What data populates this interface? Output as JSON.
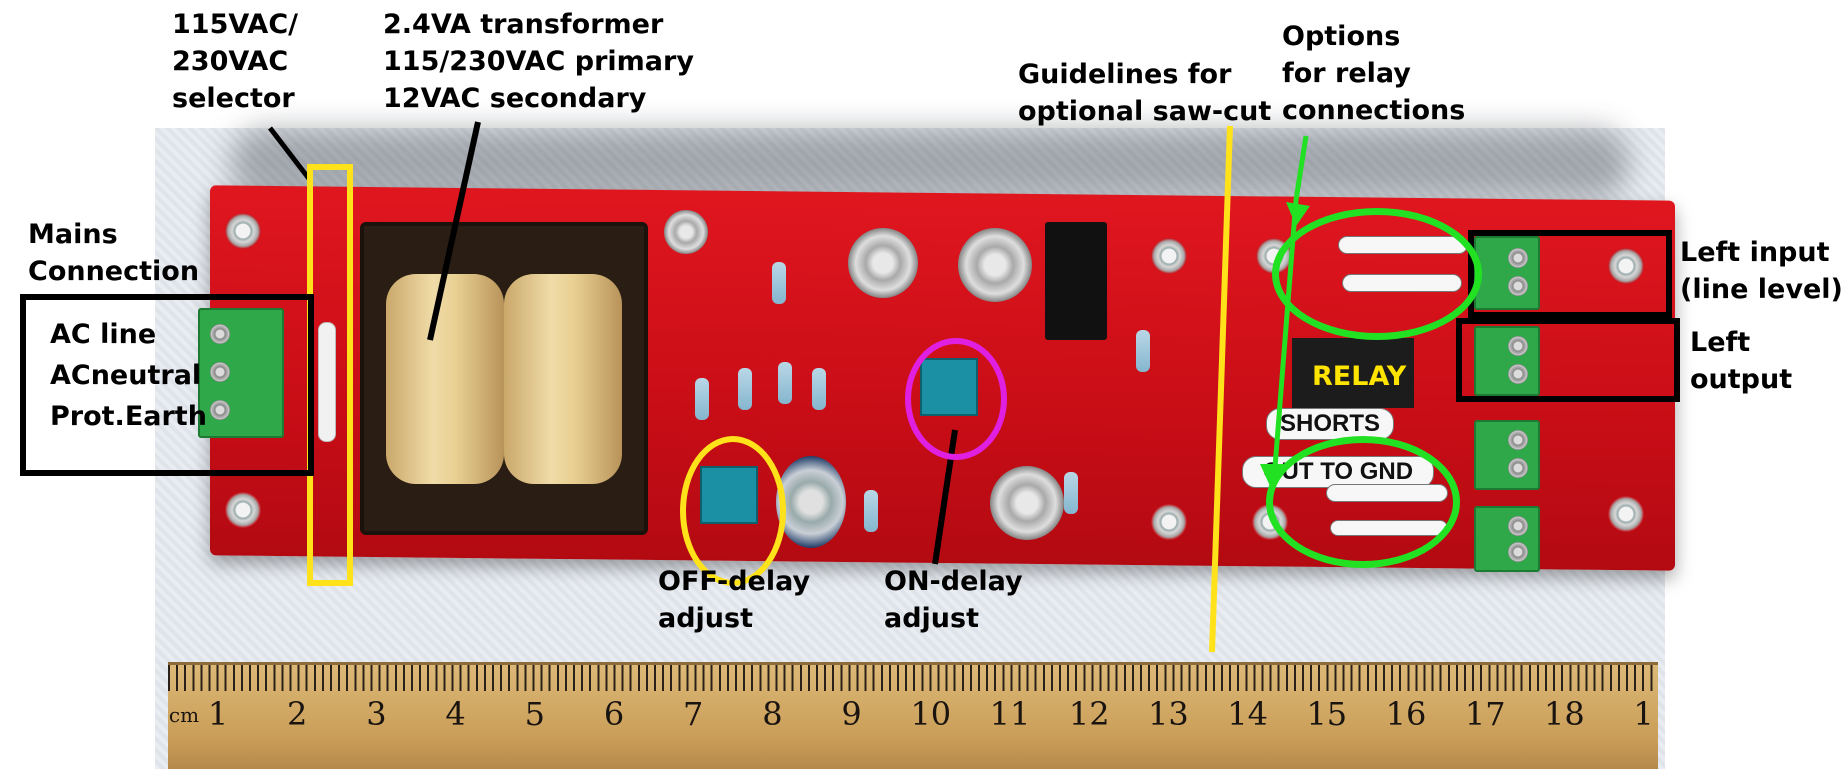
{
  "annotations": {
    "selector": [
      "115VAC/",
      "230VAC",
      "selector"
    ],
    "transformer": [
      "2.4VA transformer",
      "115/230VAC primary",
      "12VAC secondary"
    ],
    "saw_cut": [
      "Guidelines for",
      "optional saw-cut"
    ],
    "relay_options": [
      "Options",
      "for relay",
      "connections"
    ],
    "mains": [
      "Mains",
      "Connection"
    ],
    "ac_terminals": [
      "AC line",
      "ACneutral",
      "Prot.Earth"
    ],
    "left_input": [
      "Left input",
      "(line level)"
    ],
    "left_output": [
      "Left",
      "output"
    ],
    "relay": "RELAY",
    "off_delay": [
      "OFF-delay",
      "adjust"
    ],
    "on_delay": [
      "ON-delay",
      "adjust"
    ]
  },
  "board_labels": {
    "shorts": "SHORTS",
    "out_to_gnd": "OUT TO GND"
  },
  "ruler": {
    "unit": "cm",
    "numbers": [
      "1",
      "2",
      "3",
      "4",
      "5",
      "6",
      "7",
      "8",
      "9",
      "10",
      "11",
      "12",
      "13",
      "14",
      "15",
      "16",
      "17",
      "18",
      "1"
    ]
  },
  "colors": {
    "pcb": "#d11219",
    "highlight_black": "#000000",
    "highlight_yellow": "#ffe21a",
    "highlight_green": "#22e022",
    "highlight_magenta": "#e020e0"
  }
}
